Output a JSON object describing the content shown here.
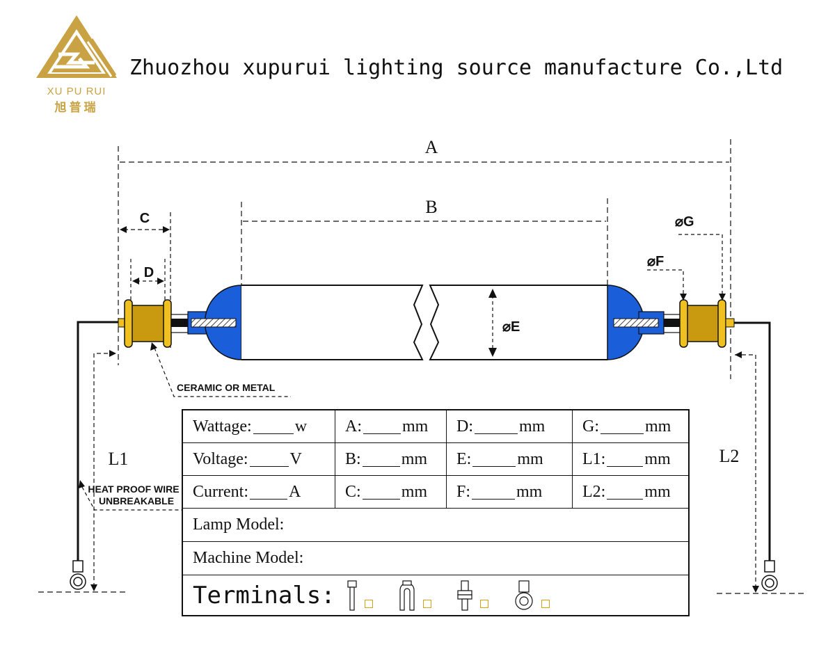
{
  "header": {
    "company_name": "Zhuozhou xupurui lighting source manufacture Co.,Ltd",
    "logo_text_en": "XU PU RUI",
    "logo_text_cn": "旭普瑞"
  },
  "colors": {
    "brand_gold": "#c9a343",
    "end_cap_blue": "#1a5fd9",
    "base_gold": "#c99a10",
    "ring_gold": "#f0c020"
  },
  "diagram": {
    "labels": {
      "A": "A",
      "B": "B",
      "C": "C",
      "D": "D",
      "E": "⌀E",
      "F": "⌀F",
      "G": "⌀G",
      "L1": "L1",
      "L2": "L2"
    },
    "notes": {
      "ceramic": "CERAMIC OR METAL",
      "wire_line1": "HEAT PROOF WIRE",
      "wire_line2": "UNBREAKABLE"
    }
  },
  "spec_table": {
    "row1": [
      {
        "label": "Wattage:",
        "unit": "w"
      },
      {
        "label": "A:",
        "unit": "mm"
      },
      {
        "label": "D:",
        "unit": "mm"
      },
      {
        "label": "G:",
        "unit": "mm"
      }
    ],
    "row2": [
      {
        "label": "Voltage:",
        "unit": "V"
      },
      {
        "label": "B:",
        "unit": "mm"
      },
      {
        "label": "E:",
        "unit": "mm"
      },
      {
        "label": "L1:",
        "unit": "mm"
      }
    ],
    "row3": [
      {
        "label": "Current:",
        "unit": "A"
      },
      {
        "label": "C:",
        "unit": "mm"
      },
      {
        "label": "F:",
        "unit": "mm"
      },
      {
        "label": "L2:",
        "unit": "mm"
      }
    ],
    "lamp_model_label": "Lamp  Model:",
    "machine_model_label": "Machine  Model:",
    "terminals_label": "Terminals:",
    "terminal_icons": [
      "pin-terminal-icon",
      "fork-terminal-icon",
      "screw-terminal-icon",
      "ring-terminal-icon"
    ]
  }
}
